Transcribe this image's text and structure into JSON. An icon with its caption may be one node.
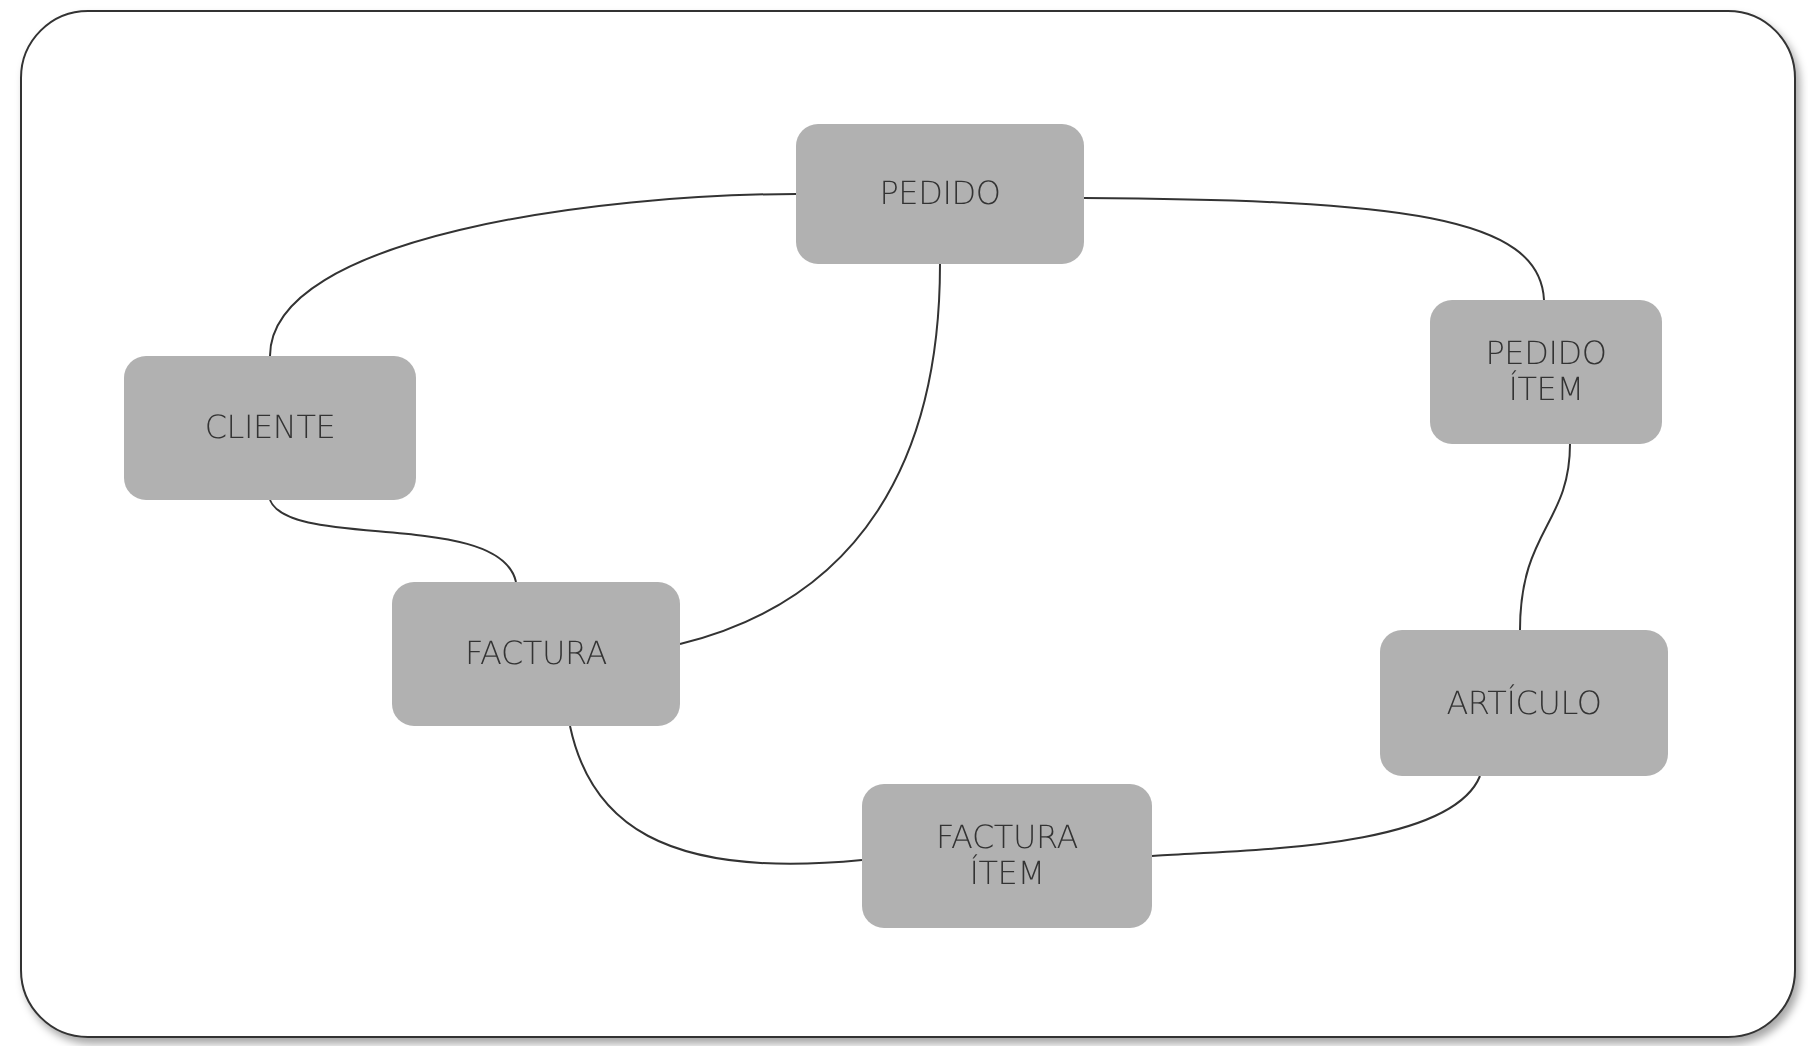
{
  "diagram": {
    "nodes": [
      {
        "text": [
          "PEDIDO"
        ]
      },
      {
        "text": [
          "CLIENTE"
        ]
      },
      {
        "text": [
          "PEDIDO ÍTEM"
        ]
      },
      {
        "text": [
          "FACTURA"
        ]
      },
      {
        "text": [
          "ARTÍCULO"
        ]
      },
      {
        "text": [
          "FACTURA ÍTEM"
        ]
      }
    ],
    "edges": [
      {
        "from": 1,
        "to": 0,
        "arrow": "none"
      },
      {
        "from": 0,
        "to": 2,
        "arrow": "none"
      },
      {
        "from": 2,
        "to": 4,
        "arrow": "none"
      },
      {
        "from": 4,
        "to": 5,
        "arrow": "none"
      },
      {
        "from": 5,
        "to": 3,
        "arrow": "none"
      },
      {
        "from": 3,
        "to": 0,
        "arrow": "none"
      },
      {
        "from": 1,
        "to": 3,
        "arrow": "none"
      }
    ]
  }
}
